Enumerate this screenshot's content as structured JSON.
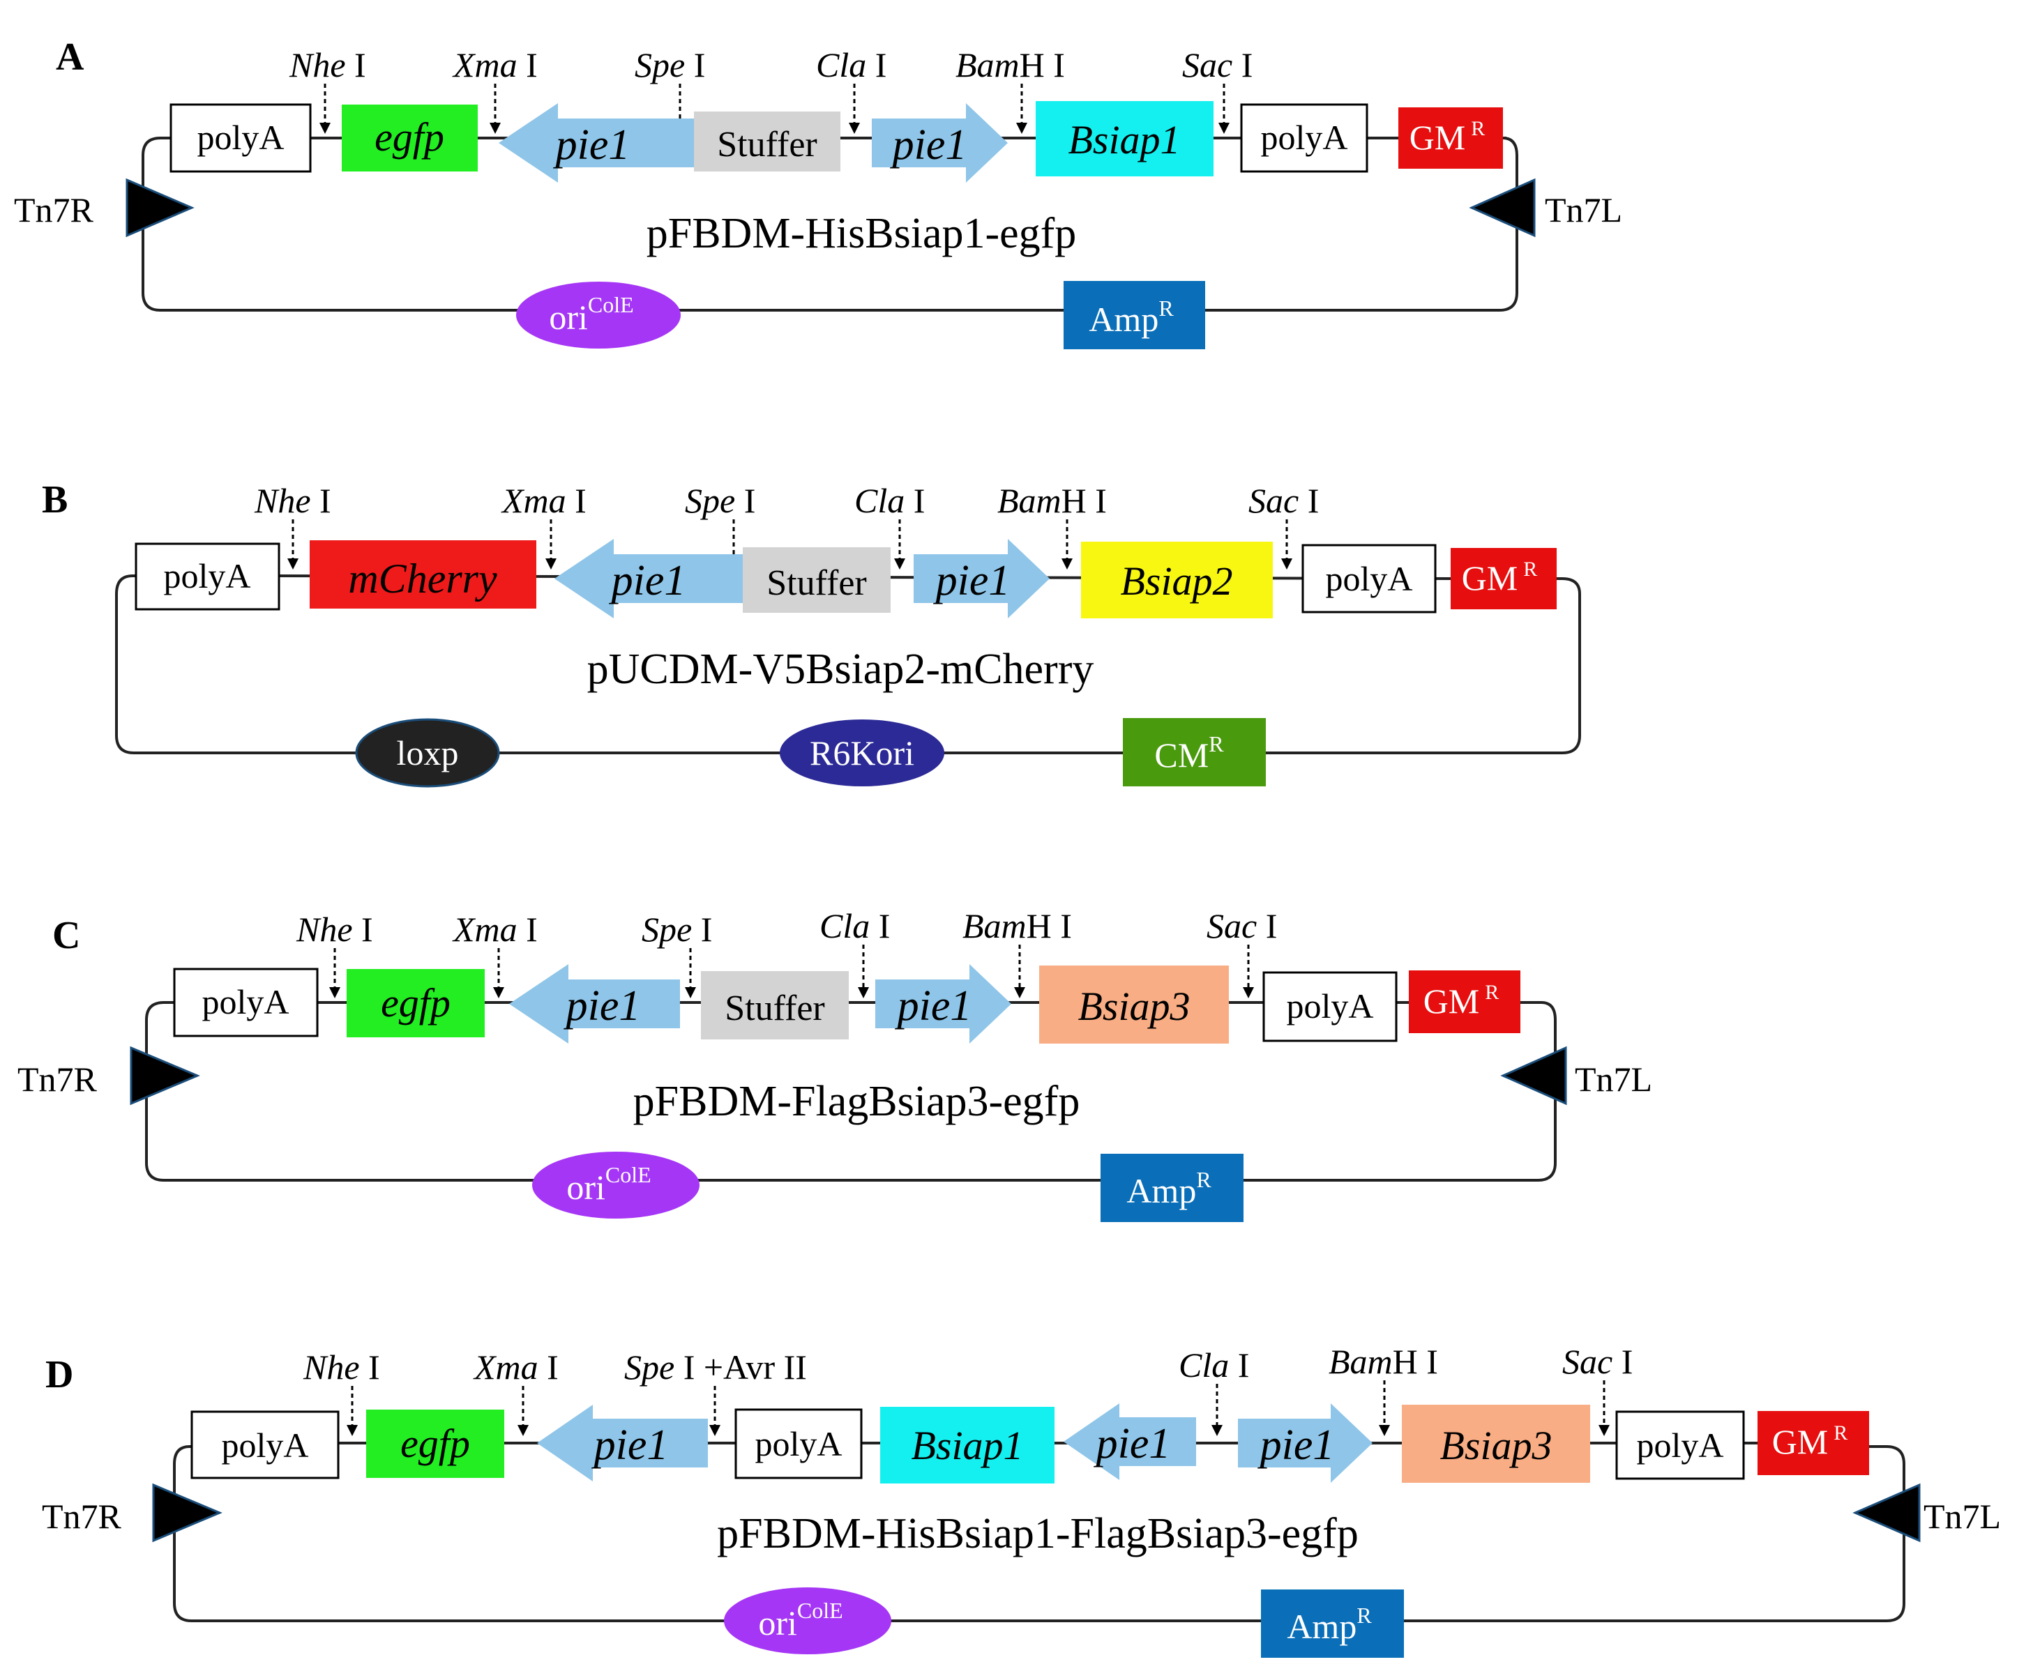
{
  "panels": [
    {
      "letter": "A",
      "name": "pFBDM-HisBsiap1-egfp",
      "sites": [
        {
          "italic": "Nhe",
          "rest": " I"
        },
        {
          "italic": "Xma",
          "rest": " I"
        },
        {
          "italic": "Spe",
          "rest": " I"
        },
        {
          "italic": "Cla",
          "rest": " I"
        },
        {
          "italic": "Bam",
          "rest": "H I"
        },
        {
          "italic": "Sac",
          "rest": " I"
        }
      ],
      "elements": [
        {
          "label": "polyA",
          "color": "#ffffff"
        },
        {
          "label": "egfp",
          "color": "#22ee22"
        },
        {
          "label": "pie1",
          "color": "#8ec5e8"
        },
        {
          "label": "Stuffer",
          "color": "#d3d3d3"
        },
        {
          "label": "pie1",
          "color": "#8ec5e8"
        },
        {
          "label": "Bsiap1",
          "color": "#14f0f0"
        },
        {
          "label": "polyA",
          "color": "#ffffff"
        },
        {
          "label": "GM",
          "sup": "R",
          "color": "#e60e0e"
        }
      ],
      "tn7r": "Tn7R",
      "tn7l": "Tn7L",
      "backbone": [
        {
          "label": "ori",
          "sup": "ColE",
          "color": "#a536f5"
        },
        {
          "label": "Amp",
          "sup": "R",
          "color": "#0a6fb8"
        }
      ]
    },
    {
      "letter": "B",
      "name": "pUCDM-V5Bsiap2-mCherry",
      "sites": [
        {
          "italic": "Nhe",
          "rest": " I"
        },
        {
          "italic": "Xma",
          "rest": " I"
        },
        {
          "italic": "Spe",
          "rest": " I"
        },
        {
          "italic": "Cla",
          "rest": " I"
        },
        {
          "italic": "Bam",
          "rest": "H I"
        },
        {
          "italic": "Sac",
          "rest": " I"
        }
      ],
      "elements": [
        {
          "label": "polyA",
          "color": "#ffffff"
        },
        {
          "label": "mCherry",
          "color": "#ef1a1a"
        },
        {
          "label": "pie1",
          "color": "#8ec5e8"
        },
        {
          "label": "Stuffer",
          "color": "#d3d3d3"
        },
        {
          "label": "pie1",
          "color": "#8ec5e8"
        },
        {
          "label": "Bsiap2",
          "color": "#f7f712"
        },
        {
          "label": "polyA",
          "color": "#ffffff"
        },
        {
          "label": "GM",
          "sup": "R",
          "color": "#e60e0e"
        }
      ],
      "backbone": [
        {
          "label": "loxp",
          "color": "#222222"
        },
        {
          "label": "R6Kori",
          "color": "#2c2a96"
        },
        {
          "label": "CM",
          "sup": "R",
          "color": "#4a9a0e"
        }
      ]
    },
    {
      "letter": "C",
      "name": "pFBDM-FlagBsiap3-egfp",
      "sites": [
        {
          "italic": "Nhe",
          "rest": " I"
        },
        {
          "italic": "Xma",
          "rest": " I"
        },
        {
          "italic": "Spe",
          "rest": " I"
        },
        {
          "italic": "Cla",
          "rest": " I"
        },
        {
          "italic": "Bam",
          "rest": "H I"
        },
        {
          "italic": "Sac",
          "rest": " I"
        }
      ],
      "elements": [
        {
          "label": "polyA",
          "color": "#ffffff"
        },
        {
          "label": "egfp",
          "color": "#22ee22"
        },
        {
          "label": "pie1",
          "color": "#8ec5e8"
        },
        {
          "label": "Stuffer",
          "color": "#d3d3d3"
        },
        {
          "label": "pie1",
          "color": "#8ec5e8"
        },
        {
          "label": "Bsiap3",
          "color": "#f9ad84"
        },
        {
          "label": "polyA",
          "color": "#ffffff"
        },
        {
          "label": "GM",
          "sup": "R",
          "color": "#e60e0e"
        }
      ],
      "tn7r": "Tn7R",
      "tn7l": "Tn7L",
      "backbone": [
        {
          "label": "ori",
          "sup": "ColE",
          "color": "#a536f5"
        },
        {
          "label": "Amp",
          "sup": "R",
          "color": "#0a6fb8"
        }
      ]
    },
    {
      "letter": "D",
      "name": "pFBDM-HisBsiap1-FlagBsiap3-egfp",
      "sites": [
        {
          "italic": "Nhe",
          "rest": " I"
        },
        {
          "italic": "Xma",
          "rest": " I"
        },
        {
          "italic": "Spe",
          "rest": " I +Avr II"
        },
        {
          "italic": "Cla",
          "rest": " I"
        },
        {
          "italic": "Bam",
          "rest": "H I"
        },
        {
          "italic": "Sac",
          "rest": " I"
        }
      ],
      "elements": [
        {
          "label": "polyA",
          "color": "#ffffff"
        },
        {
          "label": "egfp",
          "color": "#22ee22"
        },
        {
          "label": "pie1",
          "color": "#8ec5e8"
        },
        {
          "label": "polyA",
          "color": "#ffffff"
        },
        {
          "label": "Bsiap1",
          "color": "#14f0f0"
        },
        {
          "label": "pie1",
          "color": "#8ec5e8"
        },
        {
          "label": "pie1",
          "color": "#8ec5e8"
        },
        {
          "label": "Bsiap3",
          "color": "#f9ad84"
        },
        {
          "label": "polyA",
          "color": "#ffffff"
        },
        {
          "label": "GM",
          "sup": "R",
          "color": "#e60e0e"
        }
      ],
      "tn7r": "Tn7R",
      "tn7l": "Tn7L",
      "backbone": [
        {
          "label": "ori",
          "sup": "ColE",
          "color": "#a536f5"
        },
        {
          "label": "Amp",
          "sup": "R",
          "color": "#0a6fb8"
        }
      ]
    }
  ]
}
